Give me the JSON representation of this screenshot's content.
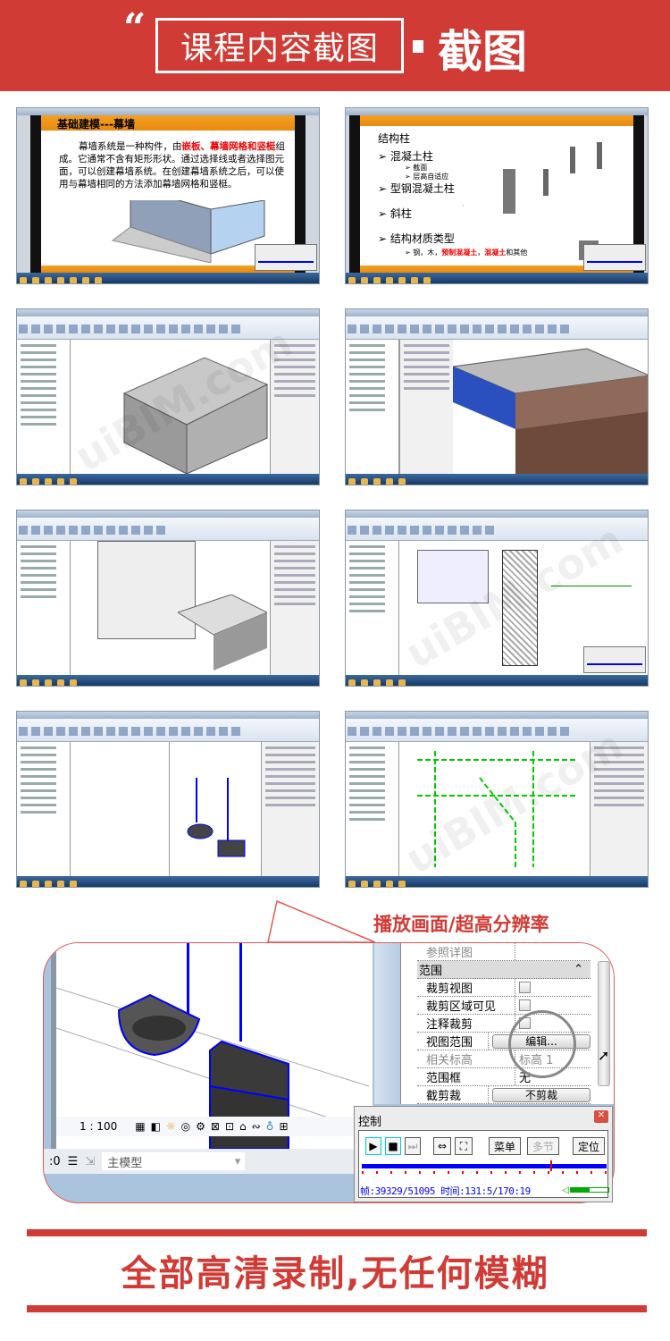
{
  "header": {
    "title_box": "课程内容截图",
    "title": "截图",
    "quote_mark": "“",
    "bg_color": "#d13b35"
  },
  "watermark": "uiBIM.com",
  "thumbnails": [
    {
      "kind": "slide",
      "heading": "基础建模---幕墙",
      "body_before": "幕墙系统是一种构件，由",
      "body_highlight": "嵌板、幕墙网格和竖梃",
      "body_after": "组成。它通常不含有矩形形状。通过选择线或者选择图元面，可以创建幕墙系统。在创建幕墙系统之后，可以使用与幕墙相同的方法添加幕墙网格和竖梃。"
    },
    {
      "kind": "slide",
      "heading": "结构柱",
      "items": [
        "混凝土柱",
        "截面",
        "层高自适应",
        "型钢混凝土柱",
        "斜柱",
        "结构材质类型"
      ],
      "last_before": "钢，木，",
      "last_hl1": "预制混凝土",
      "sep": "，",
      "last_hl2": "混凝土",
      "last_after": "和其他"
    },
    {
      "kind": "revit"
    },
    {
      "kind": "revit"
    },
    {
      "kind": "revit"
    },
    {
      "kind": "revit"
    },
    {
      "kind": "revit"
    },
    {
      "kind": "revit"
    }
  ],
  "zoom_label": "播放画面/超高分辨率",
  "magnified": {
    "scale": "1 : 100",
    "workset_value": ":0",
    "model_select": "主模型",
    "properties": {
      "ref_row": "参照详图",
      "section": "范围",
      "rows": [
        {
          "key": "裁剪视图",
          "type": "checkbox"
        },
        {
          "key": "裁剪区域可见",
          "type": "checkbox"
        },
        {
          "key": "注释裁剪",
          "type": "checkbox"
        },
        {
          "key": "视图范围",
          "type": "button",
          "value": "编辑..."
        },
        {
          "key": "相关标高",
          "type": "text",
          "value": "标高 1"
        },
        {
          "key": "范围框",
          "type": "text",
          "value": "无"
        },
        {
          "key": "截剪裁",
          "type": "button",
          "value": "不剪裁"
        }
      ]
    },
    "control": {
      "title": "控制",
      "menu": "菜单",
      "multi": "多节",
      "locate": "定位",
      "status": "帧:39329/51095 时间:131:5/170:19",
      "progress": 0.77,
      "volume": 0.5
    }
  },
  "footer": {
    "slogan": "全部高清录制,无任何模糊"
  }
}
